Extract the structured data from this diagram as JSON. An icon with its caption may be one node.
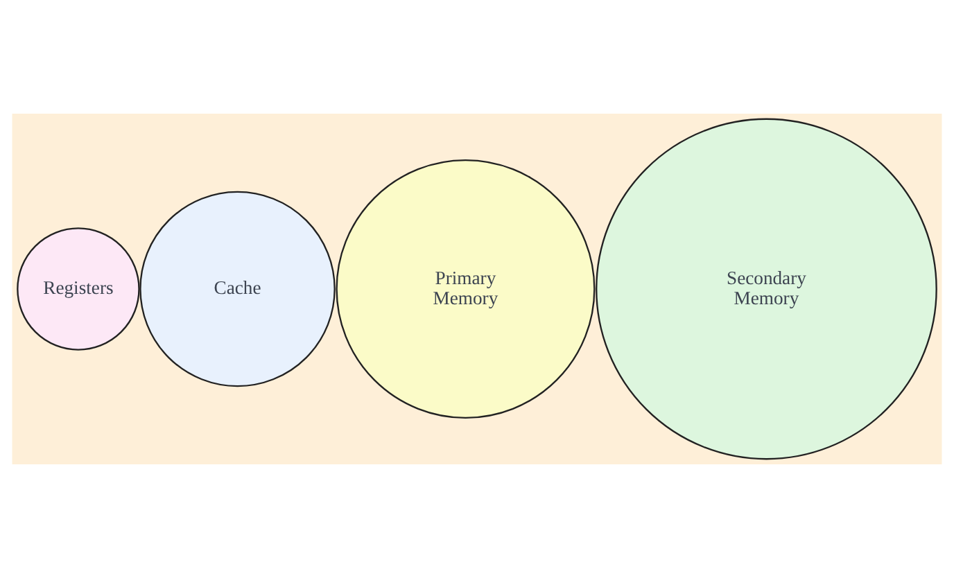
{
  "diagram": {
    "nodes": [
      {
        "text": [
          "Registers"
        ]
      },
      {
        "text": [
          "Cache"
        ]
      },
      {
        "text": [
          "Primary Memory"
        ]
      },
      {
        "text": [
          "Secondary Memory"
        ]
      }
    ]
  }
}
